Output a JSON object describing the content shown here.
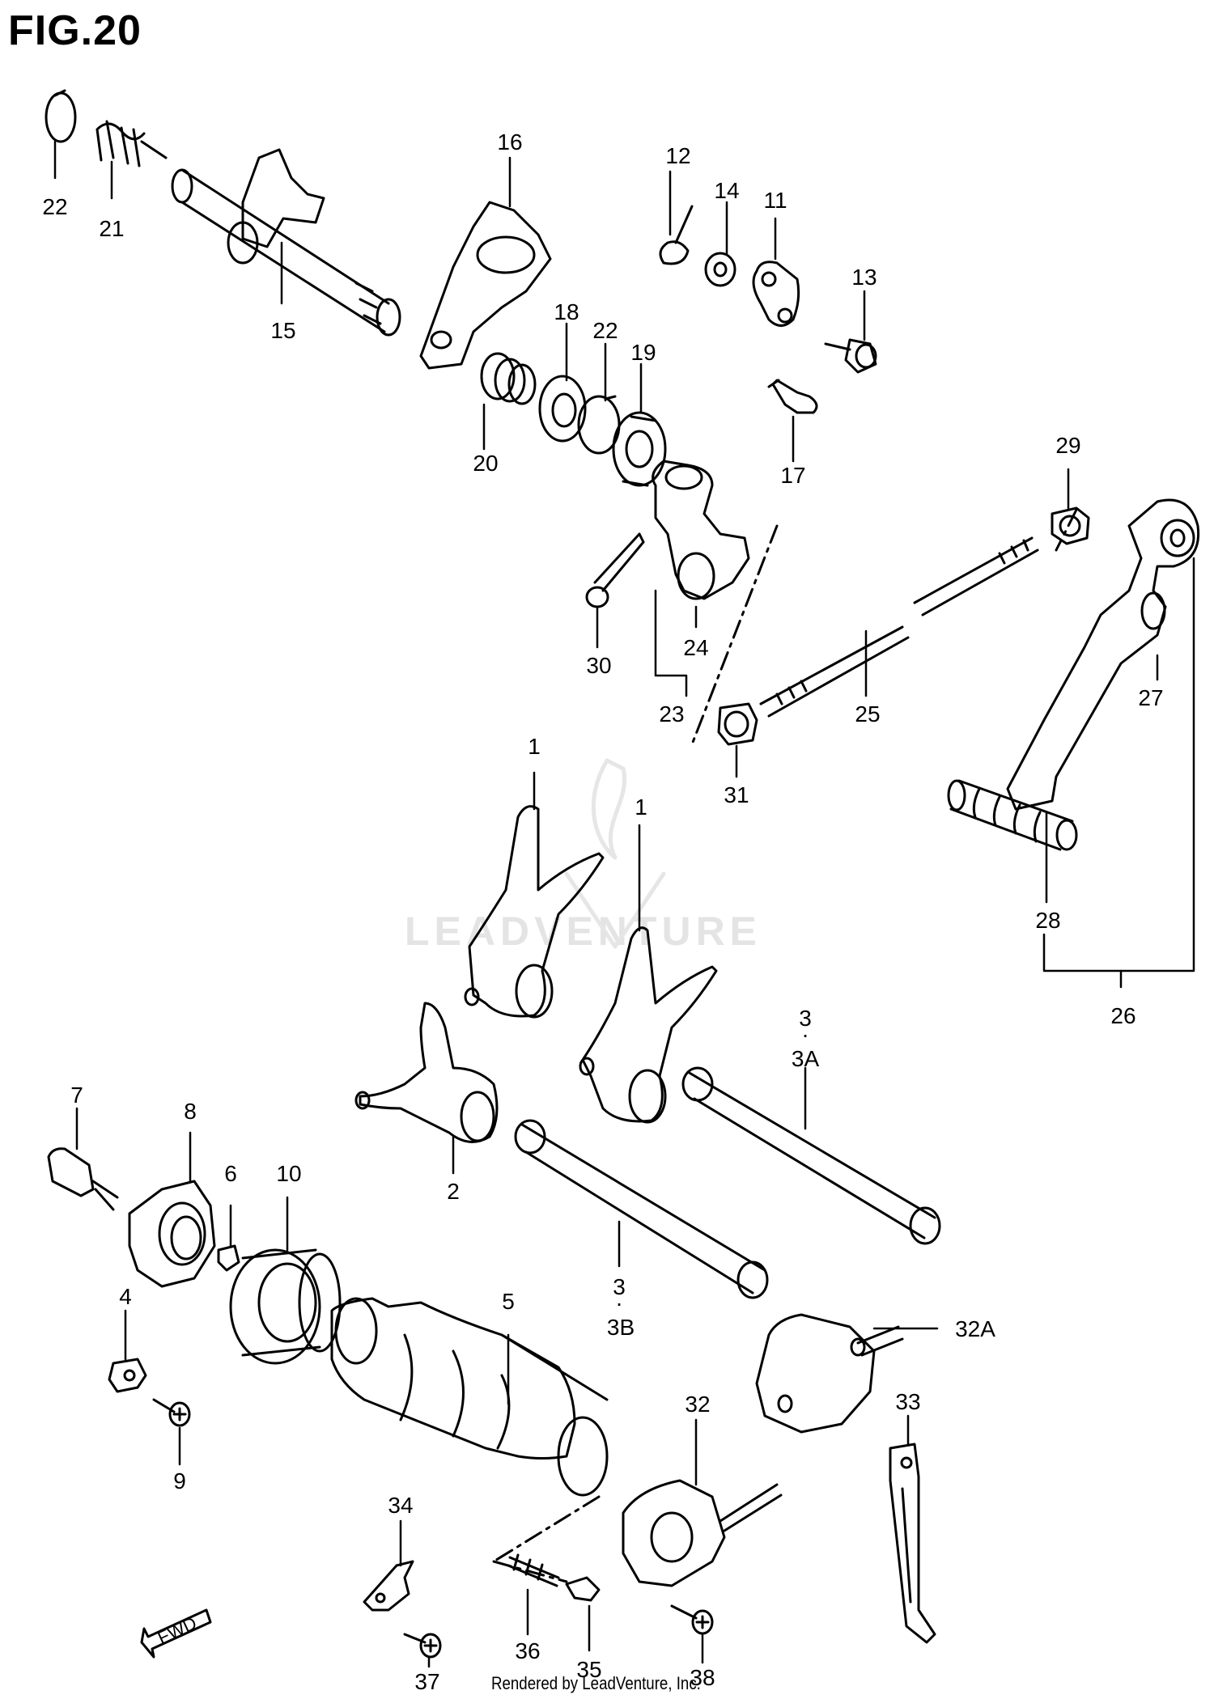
{
  "title": "FIG.20",
  "footer": "Rendered by LeadVenture, Inc.",
  "watermark": "LEADVENTURE",
  "fwd_label": "FWD",
  "callouts": [
    "22",
    "21",
    "15",
    "16",
    "12",
    "14",
    "11",
    "13",
    "18",
    "22",
    "19",
    "20",
    "17",
    "29",
    "24",
    "30",
    "23",
    "25",
    "27",
    "31",
    "1",
    "1",
    "28",
    "26",
    "3",
    "3A",
    "7",
    "8",
    "6",
    "10",
    "2",
    "4",
    "5",
    "3",
    "3B",
    "32A",
    "9",
    "33",
    "32",
    "34",
    "36",
    "35",
    "37",
    "38"
  ]
}
